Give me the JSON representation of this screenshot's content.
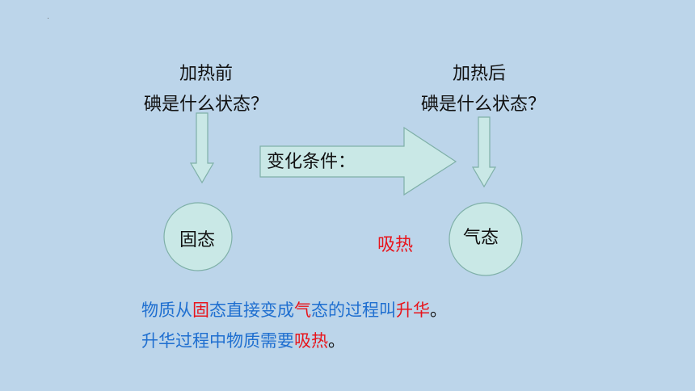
{
  "before": {
    "line1": "加热前",
    "line2": "碘是什么状态？"
  },
  "after": {
    "line1": "加热后",
    "line2": "碘是什么状态？"
  },
  "condition_label": "变化条件：",
  "solid_label": "固态",
  "gas_label": "气态",
  "heat_label": "吸热",
  "sentence1": {
    "p1": "物质从",
    "p2": "固",
    "p3": "态直接变成",
    "p4": "气",
    "p5": "态的过程叫",
    "p6": "升华",
    "p7": "。"
  },
  "sentence2": {
    "p1": "升华过程中物质需要",
    "p2": "吸热",
    "p3": "。"
  },
  "colors": {
    "background": "#bcd5ea",
    "shape_fill": "#c9e8e6",
    "shape_stroke": "#7fb0a8",
    "red": "#e8141b",
    "blue": "#1f6fd0"
  }
}
